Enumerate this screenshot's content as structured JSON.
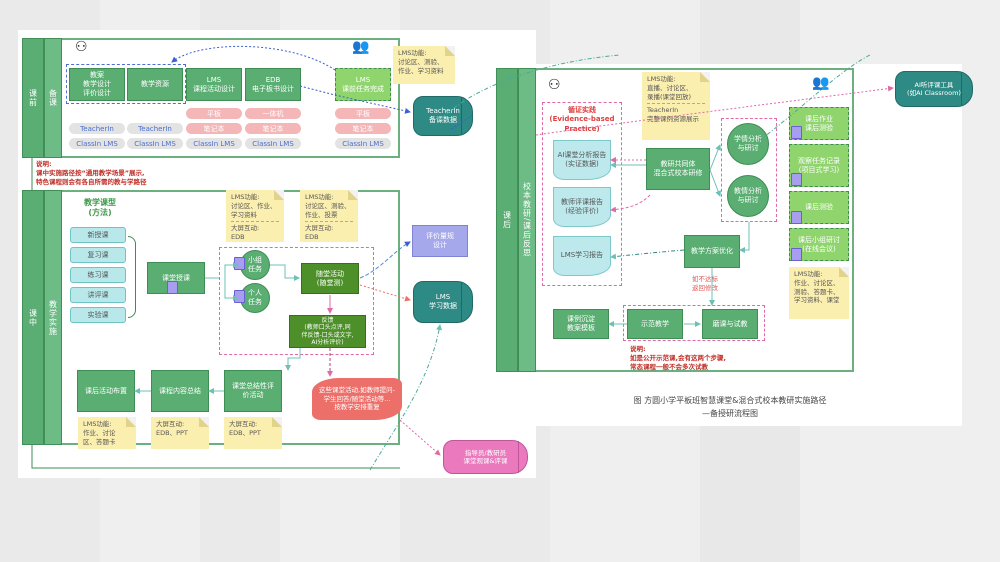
{
  "left_diagram": {
    "pre_class": {
      "stage_label": "课前",
      "sub_label": "备课",
      "boxes": [
        {
          "text": "教案\n教学设计\n评价设计"
        },
        {
          "text": "教学资源"
        },
        {
          "text": "LMS\n课程活动设计"
        },
        {
          "text": "EDB\n电子板书设计"
        },
        {
          "text": "LMS\n课前任务完成"
        }
      ],
      "tools": [
        [
          "TeacherIn",
          "ClassIn LMS"
        ],
        [
          "TeacherIn",
          "ClassIn LMS"
        ],
        [
          "平板",
          "笔记本",
          "ClassIn LMS"
        ],
        [
          "一体机",
          "笔记本",
          "ClassIn LMS"
        ],
        [
          "平板",
          "笔记本",
          "ClassIn LMS"
        ]
      ],
      "note": "LMS功能:\n讨论区、测验、\n作业、学习资料",
      "data_store": "TeacherIn\n备课数据"
    },
    "explanation": {
      "title": "说明:",
      "line1": "课中实施路径按“通用教学场景”展示,",
      "line2": "特色课程则会有各自所需的教与学路径"
    },
    "in_class": {
      "stage_label": "课中",
      "sub_label": "教学实施",
      "types_heading": "教学课型\n(方法)",
      "course_types": [
        "新授课",
        "复习课",
        "练习课",
        "讲评课",
        "实验课"
      ],
      "teaching_box": "课堂授课",
      "group_task": "小组\n任务",
      "individual_task": "个人\n任务",
      "activity_box": "随堂活动\n(随堂测)",
      "feedback_box": "反馈\n(教师口头点评,同\n伴反馈-口头或文字,\nAI分析评价)",
      "repeat_box": "这些课堂活动,如教师提问-\n学生回答/随堂活动等...\n按教学安排重复",
      "note1": {
        "top": "LMS功能:\n讨论区、作业、\n学习资料",
        "bottom": "大屏互动:\nEDB"
      },
      "note2": {
        "top": "LMS功能:\n讨论区、测验、\n作业、投票",
        "bottom": "大屏互动:\nEDB"
      },
      "summary_boxes": [
        "课后活动布置",
        "课程内容总结",
        "课堂总结性评\n价活动"
      ],
      "summary_notes": [
        "LMS功能:\n作业、讨论\n区、答题卡",
        "大屏互动:\nEDB、PPT",
        "大屏互动:\nEDB、PPT"
      ],
      "rubric_box": "评价量规\n设计",
      "lms_data": "LMS\n学习数据",
      "observer_store": "指导员/教研员\n课堂观课&评课"
    }
  },
  "right_diagram": {
    "stage_label": "课后",
    "sub_label": "校本教研/课后反思",
    "evidence_title": "循证实践\n(Evidence-based\nPractice)",
    "reports": [
      "AI课堂分析报告\n(实证数据)",
      "教师评课报告\n(经验评价)",
      "LMS学习报告"
    ],
    "note_top": "LMS功能:\n直播、讨论区、\n录播(课堂回放)",
    "note_bottom": "TeacherIn\n完整课例资源展示",
    "community_box": "教研共同体\n混合式校本研修",
    "analysis1": "学情分析\n与研讨",
    "analysis2": "教情分析\n与研讨",
    "plan_box": "教学方案优化",
    "fail_label": "如不达标\n返回修改",
    "demo_box": "示范教学",
    "polish_box": "磨课与试教",
    "archive_box": "课例沉淀\n教案模板",
    "explanation": {
      "title": "说明:",
      "line1": "如是公开示范课,会有这两个步骤,",
      "line2": "常态课程一般不会多次试教"
    },
    "after_tasks": [
      "课后作业\n课后测验",
      "观察任务记录\n(项目式学习)",
      "课后测验",
      "课后小组研讨\n(在线会议)"
    ],
    "note_right": "LMS功能:\n作业、讨论区、\n测验、答题卡、\n学习资料、课堂",
    "ai_tool": "AI听评课工具\n(如AI Classroom)"
  },
  "caption": {
    "line1": "图 方圆小学平板班智慧课堂&混合式校本教研实施路径",
    "line2": "—备授研流程图"
  },
  "colors": {
    "green": "#5aae72",
    "dark_green": "#4d8f28",
    "light_green": "#8fd46d",
    "teal": "#2e8a84",
    "pink": "#ea79bd",
    "red": "#ec6f6a",
    "purple": "#a6a8ec",
    "note_yellow": "#fbefb0"
  }
}
